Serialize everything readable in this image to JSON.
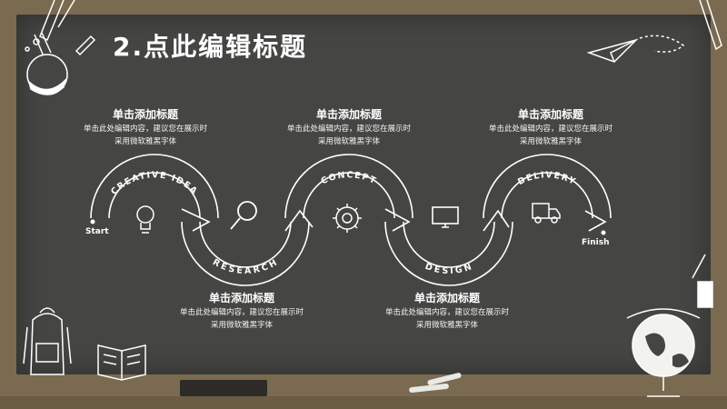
{
  "slide_title": "2.点此编辑标题",
  "labels": [
    {
      "heading": "单击添加标题",
      "line1": "单击此处编辑内容，建议您在展示时",
      "line2": "采用微软雅黑字体"
    },
    {
      "heading": "单击添加标题",
      "line1": "单击此处编辑内容，建议您在展示时",
      "line2": "采用微软雅黑字体"
    },
    {
      "heading": "单击添加标题",
      "line1": "单击此处编辑内容，建议您在展示时",
      "line2": "采用微软雅黑字体"
    },
    {
      "heading": "单击添加标题",
      "line1": "单击此处编辑内容，建议您在展示时",
      "line2": "采用微软雅黑字体"
    },
    {
      "heading": "单击添加标题",
      "line1": "单击此处编辑内容，建议您在展示时",
      "line2": "采用微软雅黑字体"
    }
  ],
  "stages": {
    "creative": "CREATIVE IDEA",
    "research": "RESEARCH",
    "concept": "CONCEPT",
    "design": "DESIGN",
    "delivery": "DELIVERY"
  },
  "endpoints": {
    "start": "Start",
    "finish": "Finish"
  },
  "colors": {
    "board": "#454543",
    "frame": "#7a6a50",
    "chalk": "#ffffff"
  }
}
